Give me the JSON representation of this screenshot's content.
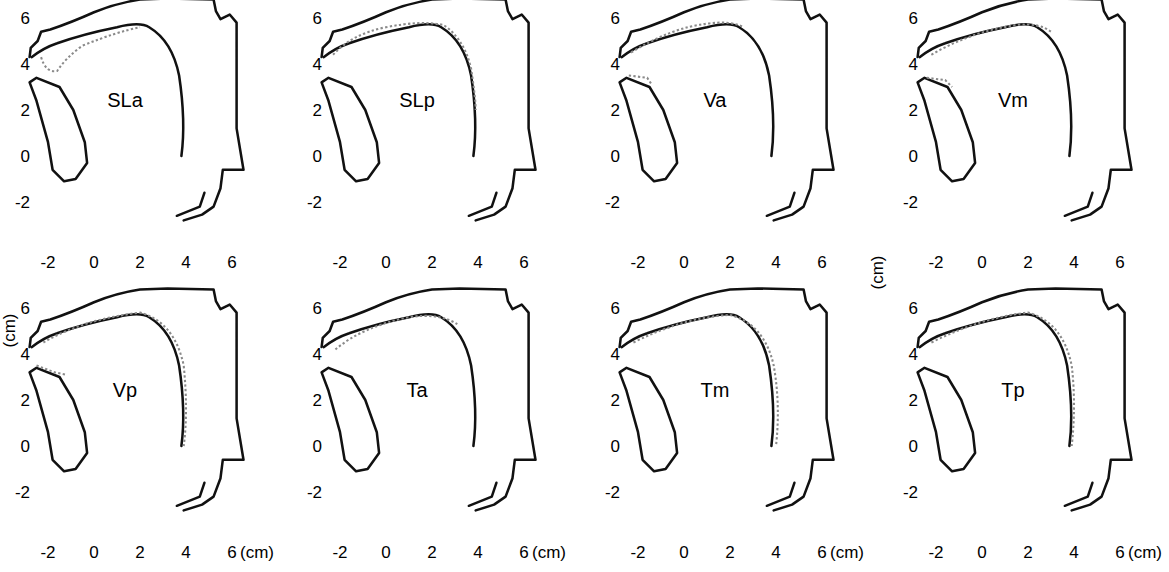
{
  "diagram": {
    "labels": [
      "SLa",
      "6",
      "4",
      "2",
      "0",
      "-2",
      "-2",
      "0",
      "2",
      "4",
      "6",
      "SLp",
      "6",
      "4",
      "2",
      "0",
      "-2",
      "-2",
      "0",
      "2",
      "4",
      "6",
      "Va",
      "6",
      "4",
      "2",
      "0",
      "-2",
      "-2",
      "0",
      "2",
      "4",
      "6",
      "Vm",
      "6",
      "4",
      "2",
      "0",
      "-2",
      "-2",
      "0",
      "2",
      "4",
      "6",
      "Vp",
      "6",
      "4",
      "2",
      "0",
      "-2",
      "-2",
      "0",
      "2",
      "4",
      "6",
      "(cm)",
      "Ta",
      "6",
      "4",
      "2",
      "0",
      "-2",
      "-2",
      "0",
      "2",
      "4",
      "6",
      "(cm)",
      "Tm",
      "6",
      "4",
      "2",
      "0",
      "-2",
      "-2",
      "0",
      "2",
      "4",
      "6",
      "(cm)",
      "Tp",
      "6",
      "4",
      "2",
      "0",
      "-2",
      "-2",
      "0",
      "2",
      "4",
      "6",
      "(cm)",
      "(cm)",
      "(cm)"
    ]
  }
}
